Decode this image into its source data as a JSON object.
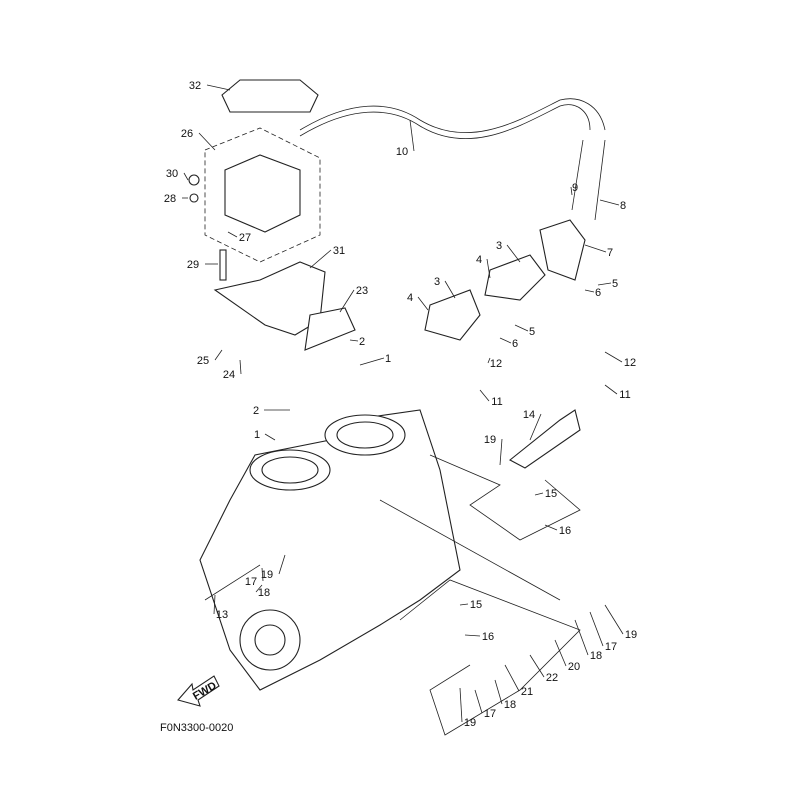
{
  "diagram_code": "F0N3300-0020",
  "fwd_arrow_label": "FWD",
  "callouts": [
    "32",
    "26",
    "30",
    "28",
    "27",
    "29",
    "31",
    "23",
    "25",
    "24",
    "10",
    "9",
    "8",
    "7",
    "5",
    "6",
    "3",
    "4",
    "3",
    "4",
    "5",
    "6",
    "2",
    "1",
    "12",
    "12",
    "11",
    "11",
    "14",
    "19",
    "15",
    "16",
    "2",
    "1",
    "19",
    "17",
    "18",
    "13",
    "15",
    "16",
    "19",
    "17",
    "18",
    "20",
    "22",
    "21",
    "18",
    "17",
    "19"
  ]
}
